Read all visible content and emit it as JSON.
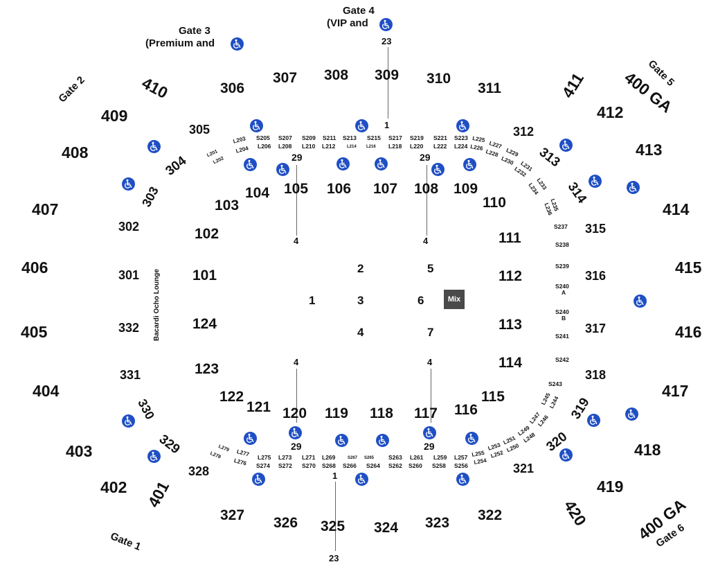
{
  "gates": {
    "gate1": "Gate 1",
    "gate2": "Gate 2",
    "gate3_line1": "Gate 3",
    "gate3_line2": "(Premium and",
    "gate3_close": ")",
    "gate4_line1": "Gate 4",
    "gate4_line2": "(VIP and",
    "gate4_close": ")",
    "gate5": "Gate 5",
    "gate6": "Gate 6"
  },
  "lounge": "Bacardi Ocho Lounge",
  "mix": "Mix",
  "icons": {
    "accessible": "wheelchair-accessible-icon",
    "color": "#1f4fc4"
  },
  "sections_400": [
    "401",
    "402",
    "403",
    "404",
    "405",
    "406",
    "407",
    "408",
    "409",
    "410",
    "411",
    "400 GA",
    "412",
    "413",
    "414",
    "415",
    "416",
    "417",
    "418",
    "419",
    "400 GA",
    "420"
  ],
  "sections_300": [
    "301",
    "302",
    "303",
    "304",
    "305",
    "306",
    "307",
    "308",
    "309",
    "310",
    "311",
    "312",
    "313",
    "314",
    "315",
    "316",
    "317",
    "318",
    "319",
    "320",
    "321",
    "322",
    "323",
    "324",
    "325",
    "326",
    "327",
    "328",
    "329",
    "330",
    "331",
    "332"
  ],
  "sections_100": [
    "101",
    "102",
    "103",
    "104",
    "105",
    "106",
    "107",
    "108",
    "109",
    "110",
    "111",
    "112",
    "113",
    "114",
    "115",
    "116",
    "117",
    "118",
    "119",
    "120",
    "121",
    "122",
    "123",
    "124"
  ],
  "suites_top": [
    "S205",
    "S207",
    "S209",
    "S211",
    "S213",
    "S215",
    "S217",
    "S219",
    "S221",
    "S223",
    "L201",
    "L202",
    "L203",
    "L204",
    "L206",
    "L208",
    "L210",
    "L212",
    "L214",
    "L216",
    "L218",
    "L220",
    "L222",
    "L224",
    "L225",
    "L226",
    "L227",
    "L228",
    "L229",
    "L230",
    "L231",
    "L232",
    "L233",
    "L234",
    "L235",
    "L236"
  ],
  "suites_right": [
    "S237",
    "S238",
    "S239",
    "S240",
    "A",
    "S240",
    "B",
    "S241",
    "S242",
    "S243"
  ],
  "suites_bottom": [
    "L244",
    "L245",
    "L246",
    "L247",
    "L248",
    "L249",
    "L250",
    "L251",
    "L252",
    "L253",
    "L254",
    "L255",
    "S256",
    "L257",
    "S258",
    "L259",
    "S260",
    "L261",
    "S262",
    "S263",
    "S264",
    "S265",
    "S266",
    "S267",
    "S268",
    "L269",
    "S270",
    "L271",
    "S272",
    "L273",
    "S274",
    "L275",
    "L276",
    "L277",
    "L278",
    "L279"
  ],
  "floor": [
    "1",
    "2",
    "3",
    "4",
    "5",
    "6",
    "7"
  ],
  "entrances": [
    "23",
    "1",
    "29",
    "29",
    "4",
    "4",
    "4",
    "4",
    "29",
    "29",
    "1",
    "23"
  ]
}
